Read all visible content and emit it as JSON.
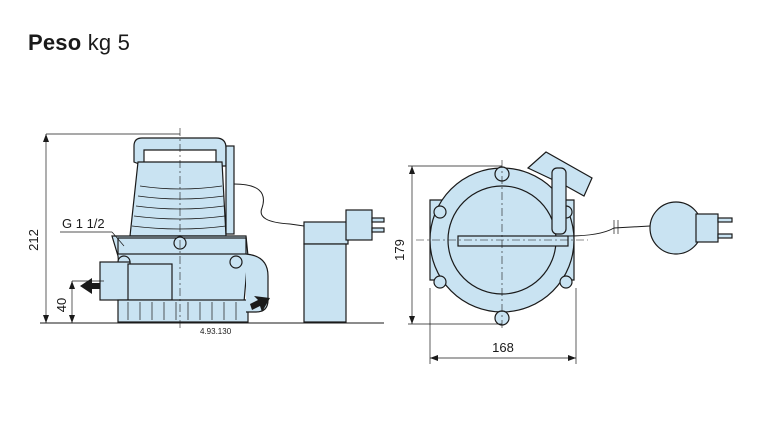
{
  "heading": {
    "bold": "Peso",
    "rest": " kg 5"
  },
  "dimensions": {
    "height_total": "212",
    "outlet_height": "40",
    "thread": "G 1 1/2",
    "top_view_height": "179",
    "top_view_width": "168"
  },
  "drawing_code": "4.93.130",
  "colors": {
    "body": "#c9e3f2",
    "line": "#1a1a1a"
  }
}
